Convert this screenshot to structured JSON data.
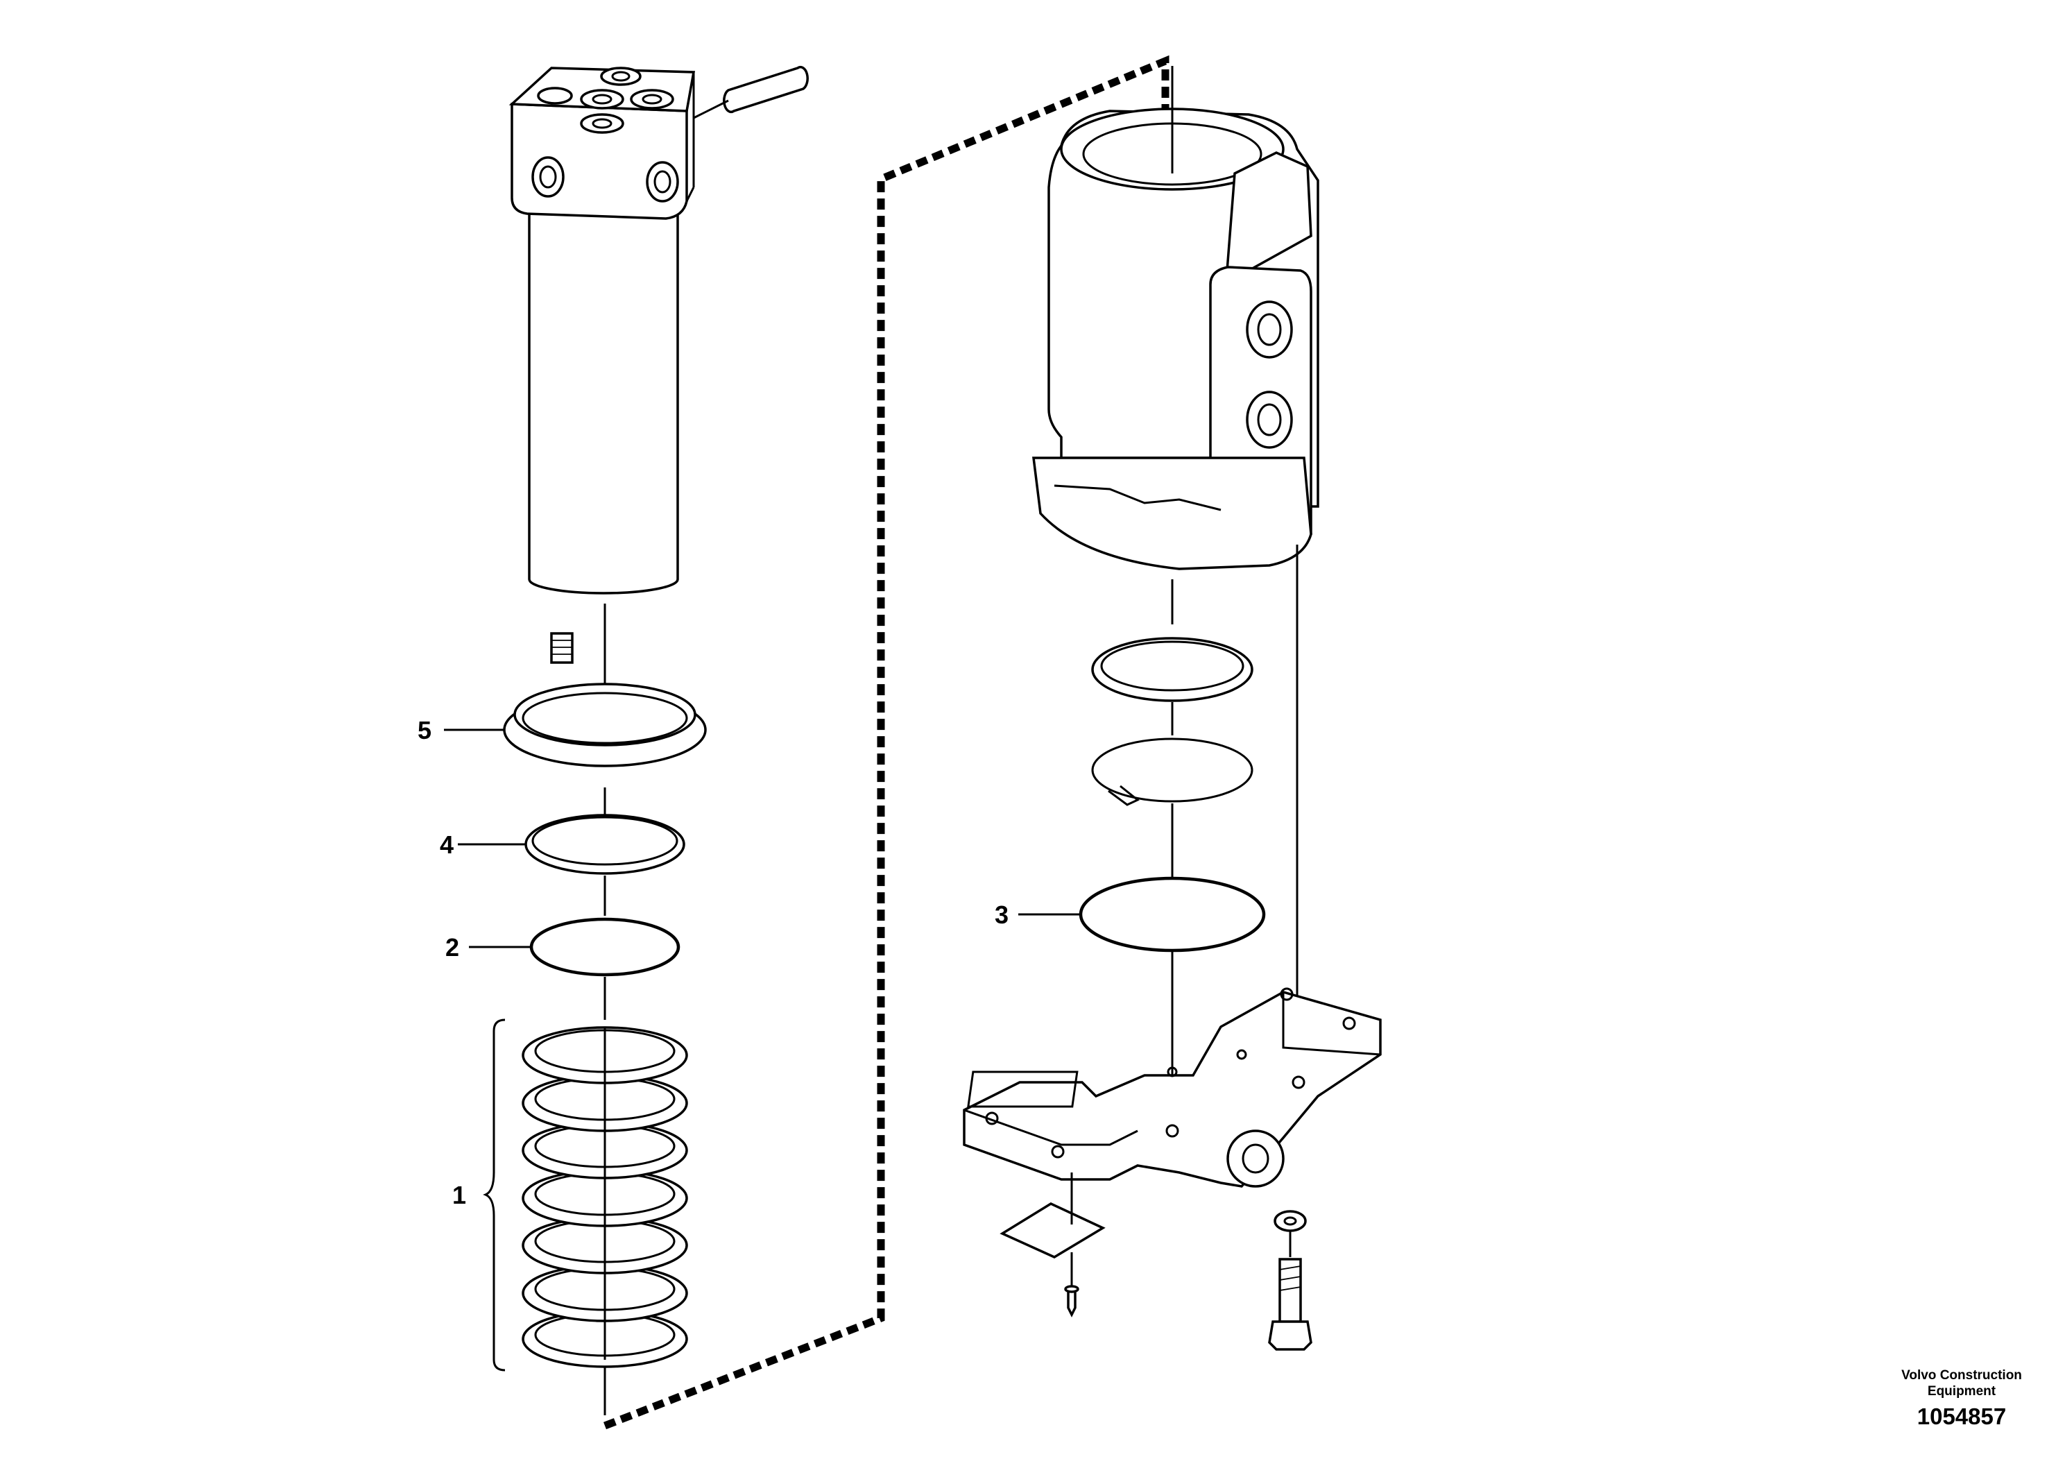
{
  "callouts": {
    "item1": "1",
    "item2": "2",
    "item3": "3",
    "item4": "4",
    "item5": "5"
  },
  "credit": {
    "company_line1": "Volvo Construction",
    "company_line2": "Equipment",
    "drawing_number": "1054857"
  },
  "colors": {
    "line": "#000000",
    "background": "#ffffff"
  }
}
